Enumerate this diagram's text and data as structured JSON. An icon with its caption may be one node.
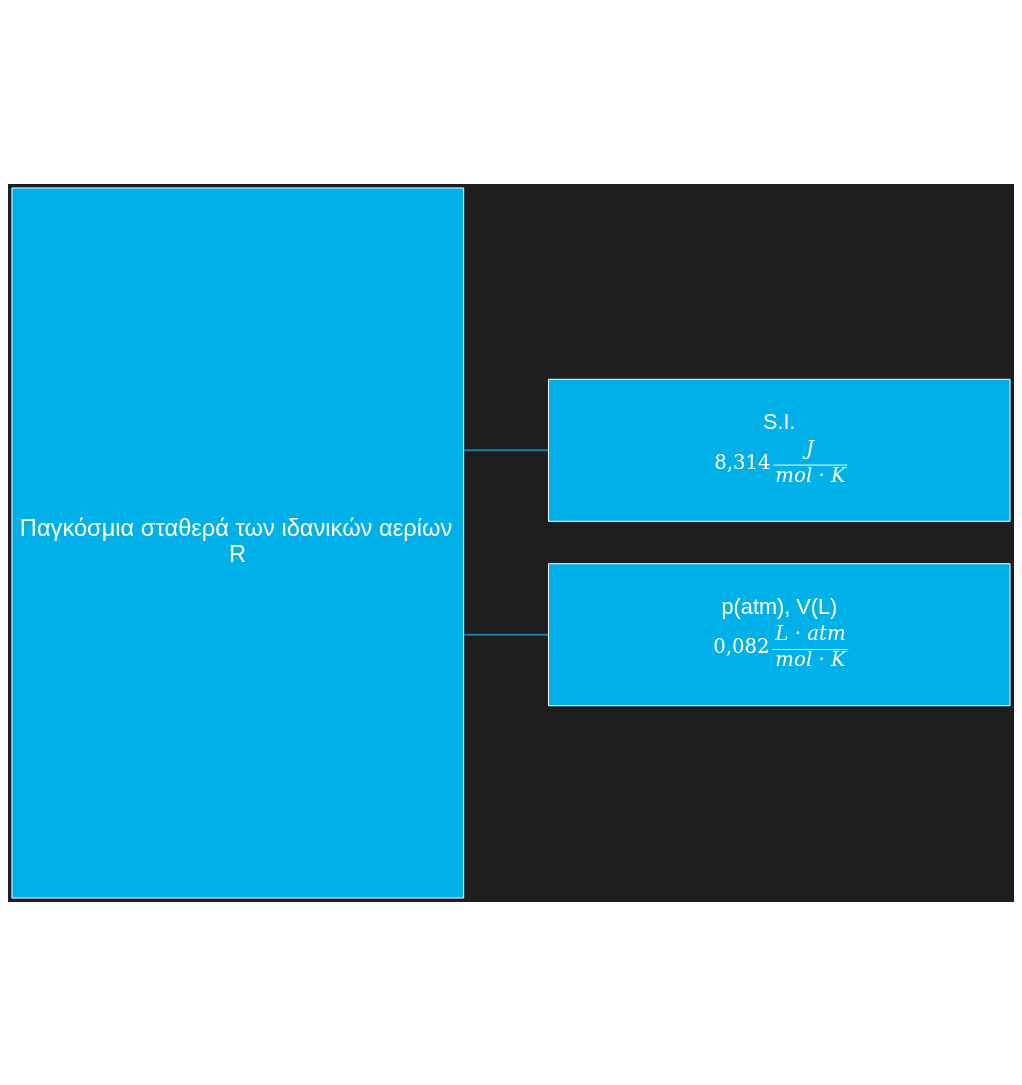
{
  "diagram": {
    "nodes": [
      {
        "text": [
          "Παγκόσμια σταθερά των ιδανικών αερίων",
          "R"
        ]
      },
      {
        "text": [
          "S.I.",
          "8,314",
          "J",
          "mol · K"
        ]
      },
      {
        "text": [
          "p(atm), V(L)",
          "0,082",
          "L · atm",
          "mol · K"
        ]
      }
    ],
    "edges": [
      {
        "from": 0,
        "to": 1,
        "arrow": "none"
      },
      {
        "from": 0,
        "to": 2,
        "arrow": "none"
      }
    ]
  }
}
